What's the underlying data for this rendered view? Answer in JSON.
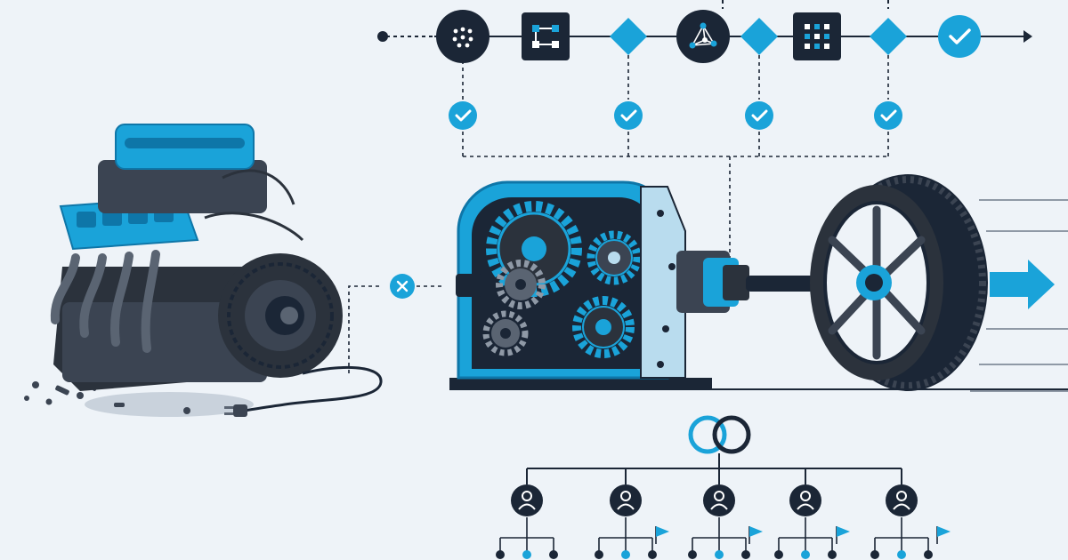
{
  "colors": {
    "background": "#eef3f8",
    "navy": "#1b2636",
    "accent": "#1aa3d9",
    "accent_dark": "#0e76a8",
    "steel": "#3b4452",
    "steel_light": "#5a6472",
    "pale_blue": "#b9dcee",
    "white": "#ffffff"
  },
  "pipeline": {
    "nodes": [
      {
        "kind": "start-dot",
        "icon": "start-dot-icon"
      },
      {
        "kind": "circle",
        "icon": "dot-grid-icon"
      },
      {
        "kind": "square",
        "icon": "branch-node-icon"
      },
      {
        "kind": "diamond",
        "icon": "decision-diamond-icon"
      },
      {
        "kind": "circle",
        "icon": "network-graph-icon"
      },
      {
        "kind": "diamond",
        "icon": "decision-diamond-icon"
      },
      {
        "kind": "square",
        "icon": "grid-matrix-icon"
      },
      {
        "kind": "diamond",
        "icon": "decision-diamond-icon"
      },
      {
        "kind": "check",
        "icon": "check-circle-icon"
      }
    ],
    "checks": [
      {
        "icon": "check-circle-icon"
      },
      {
        "icon": "check-circle-icon"
      },
      {
        "icon": "check-circle-icon"
      },
      {
        "icon": "check-circle-icon"
      }
    ]
  },
  "machinery": {
    "engine": {
      "icon": "v8-engine-icon",
      "connected": false
    },
    "connector": {
      "icon": "x-circle-icon",
      "state": "disconnected"
    },
    "gearbox": {
      "icon": "gearbox-icon"
    },
    "wheel": {
      "icon": "wheel-icon"
    },
    "motion": {
      "icon": "arrow-right-icon"
    }
  },
  "org": {
    "hub": {
      "icon": "linked-rings-icon"
    },
    "people": [
      {
        "icon": "person-icon",
        "flag": false
      },
      {
        "icon": "person-icon",
        "flag": true
      },
      {
        "icon": "person-icon",
        "flag": true
      },
      {
        "icon": "person-icon",
        "flag": true
      },
      {
        "icon": "person-icon",
        "flag": true
      }
    ]
  }
}
